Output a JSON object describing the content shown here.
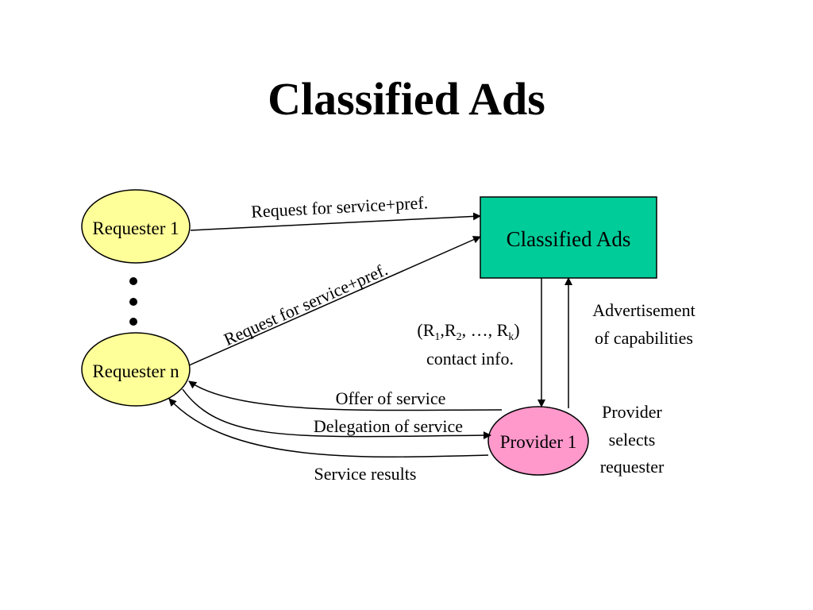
{
  "title": "Classified Ads",
  "nodes": {
    "requester_1": {
      "label": "Requester 1",
      "color": "#FFFF99"
    },
    "requester_n": {
      "label": "Requester n",
      "color": "#FFFF99"
    },
    "classified_ads": {
      "label": "Classified Ads",
      "color": "#00CC99"
    },
    "provider_1": {
      "label": "Provider 1",
      "color": "#FF99CC"
    }
  },
  "edges": {
    "request_1": "Request for service+pref.",
    "request_n": "Request for service+pref.",
    "contact_info": {
      "open": "(R",
      "sub_1": "1",
      "sep_1": ",R",
      "sub_2": "2",
      "sep_2": ", …, R",
      "sub_k": "k",
      "close": ")",
      "line2": "contact info."
    },
    "advertisement": {
      "line1": "Advertisement",
      "line2": "of capabilities"
    },
    "offer": "Offer of service",
    "delegation": "Delegation of service",
    "results": "Service results"
  },
  "notes": {
    "provider_selects": {
      "line1": "Provider",
      "line2": "selects",
      "line3": "requester"
    }
  }
}
